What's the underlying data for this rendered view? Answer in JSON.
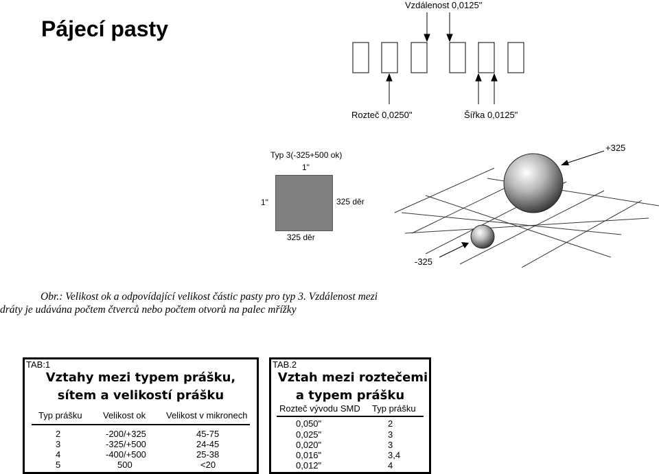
{
  "title": "Pájecí pasty",
  "diagram1": {
    "distance_label": "Vzdálenost 0,0125\"",
    "pitch_label": "Rozteč 0,0250\"",
    "width_label": "Šířka 0,0125\""
  },
  "diagram2": {
    "type_label": "Typ 3(-325+500 ok)",
    "top_label": "1\"",
    "left_label": "1\"",
    "right_label": "325 děr",
    "bottom_label": "325 děr"
  },
  "diagram3": {
    "plus_label": "+325",
    "minus_label": "-325"
  },
  "caption": {
    "line1": "Obr.: Velikost ok a odpovídající velikost částic pasty pro typ 3. Vzdálenost mezi",
    "line2": "dráty je udávána počtem čtverců nebo počtem otvorů na palec mřížky"
  },
  "table1": {
    "id": "TAB:1",
    "title_line1": "Vztahy mezi typem prášku,",
    "title_line2": "sítem a velikostí prášku",
    "headers": [
      "Typ prášku",
      "Velikost ok",
      "Velikost v mikronech"
    ],
    "rows": [
      [
        "2",
        "-200/+325",
        "45-75"
      ],
      [
        "3",
        "-325/+500",
        "24-45"
      ],
      [
        "4",
        "-400/+500",
        "25-38"
      ],
      [
        "5",
        "500",
        "<20"
      ]
    ]
  },
  "table2": {
    "id": "TAB.2",
    "title_line1": "Vztah mezi roztečemi",
    "title_line2": "a typem prášku",
    "headers": [
      "Rozteč vývodu SMD",
      "Typ prášku"
    ],
    "rows": [
      [
        "0,050\"",
        "2"
      ],
      [
        "0,025\"",
        "3"
      ],
      [
        "0,020\"",
        "3"
      ],
      [
        "0,016\"",
        "3,4"
      ],
      [
        "0,012\"",
        "4"
      ]
    ]
  }
}
